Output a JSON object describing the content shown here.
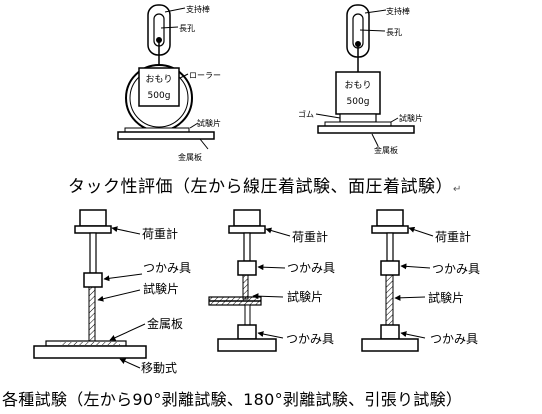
{
  "diagram_top": {
    "left": {
      "support_rod": "支持棒",
      "long_hole": "長孔",
      "weight_line1": "おもり",
      "weight_line2": "500g",
      "roller": "ローラー",
      "test_piece": "試験片",
      "metal_plate": "金属板"
    },
    "right": {
      "support_rod": "支持棒",
      "long_hole": "長孔",
      "weight_line1": "おもり",
      "weight_line2": "500g",
      "rubber": "ゴム",
      "test_piece": "試験片",
      "metal_plate": "金属板"
    },
    "caption": "タック性評価（左から線圧着試験、面圧着試験）",
    "caption_mark": "↵"
  },
  "diagram_bottom": {
    "peel90": {
      "load_meter": "荷重計",
      "grip": "つかみ具",
      "test_piece": "試験片",
      "metal_plate": "金属板",
      "moving_stage": "移動式"
    },
    "peel180": {
      "load_meter": "荷重計",
      "grip_top": "つかみ具",
      "test_piece": "試験片",
      "grip_bottom": "つかみ具"
    },
    "tensile": {
      "load_meter": "荷重計",
      "grip_top": "つかみ具",
      "test_piece": "試験片",
      "grip_bottom": "つかみ具"
    },
    "caption": "各種試験（左から90°剥離試験、180°剥離試験、引張り試験）"
  }
}
